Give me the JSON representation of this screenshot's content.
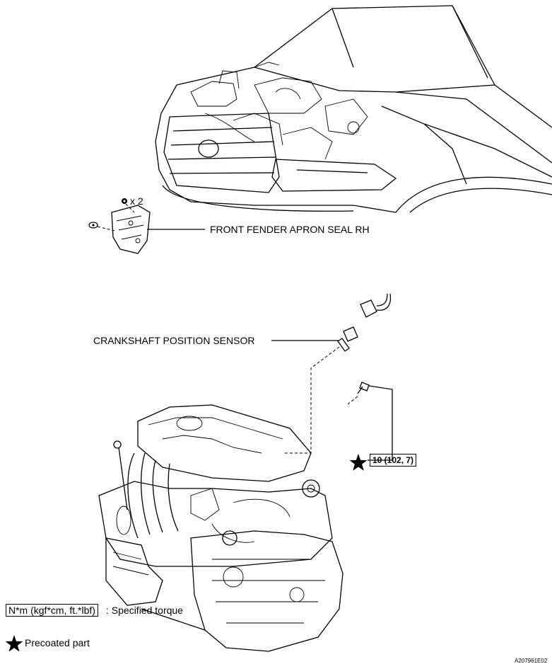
{
  "labels": {
    "bolt_qty": "x 2",
    "apron_seal": "FRONT FENDER APRON SEAL RH",
    "crank_sensor": "CRANKSHAFT POSITION SENSOR",
    "torque_value": "10 (102, 7)",
    "legend_torque_box": "N*m (kgf*cm, ft.*lbf)",
    "legend_torque_text": ": Specified torque",
    "legend_precoated": "Precoated part",
    "figure_code": "A207961E02"
  },
  "icons": [
    "star-icon",
    "clip-icon",
    "bolt-icon"
  ]
}
